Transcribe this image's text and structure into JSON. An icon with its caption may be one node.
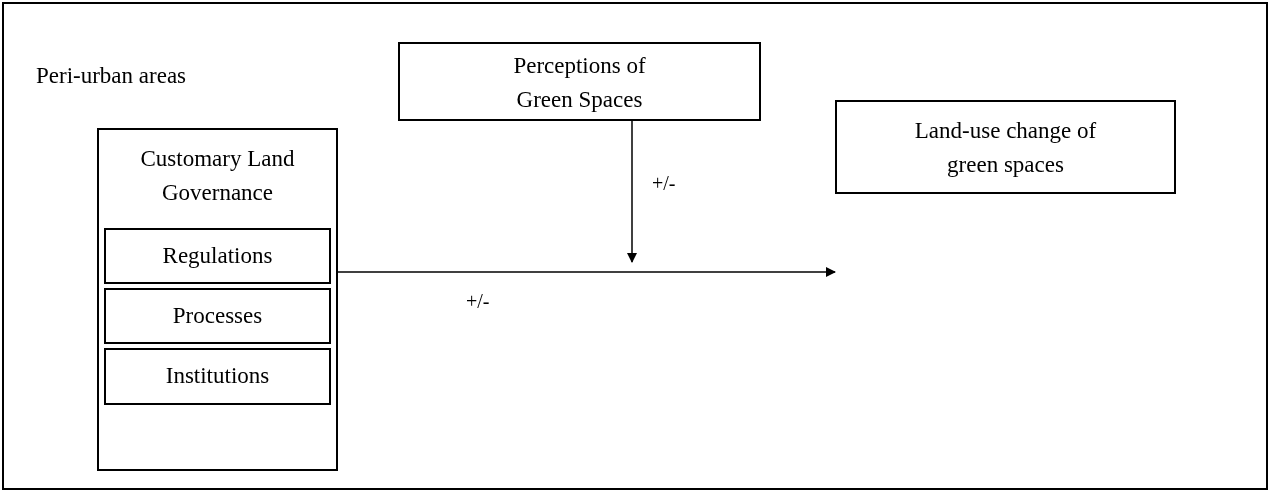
{
  "diagram": {
    "nodes": [
      {
        "text": [
          "Peri-urban areas"
        ]
      },
      {
        "text": [
          "Customary Land Governance"
        ],
        "in": 0
      },
      {
        "text": [
          "Regulations"
        ],
        "in": 1
      },
      {
        "text": [
          "Processes"
        ],
        "in": 1
      },
      {
        "text": [
          "Institutions"
        ],
        "in": 1
      },
      {
        "text": [
          "Perceptions of Green Spaces"
        ],
        "in": 0
      },
      {
        "text": [
          "Land-use change of green spaces"
        ],
        "in": 0
      }
    ],
    "edges": [
      {
        "from": 1,
        "to": 6,
        "arrow": "to",
        "label": "+/-"
      },
      {
        "from": 5,
        "to": null,
        "arrow": "to",
        "label": "+/-"
      }
    ]
  }
}
